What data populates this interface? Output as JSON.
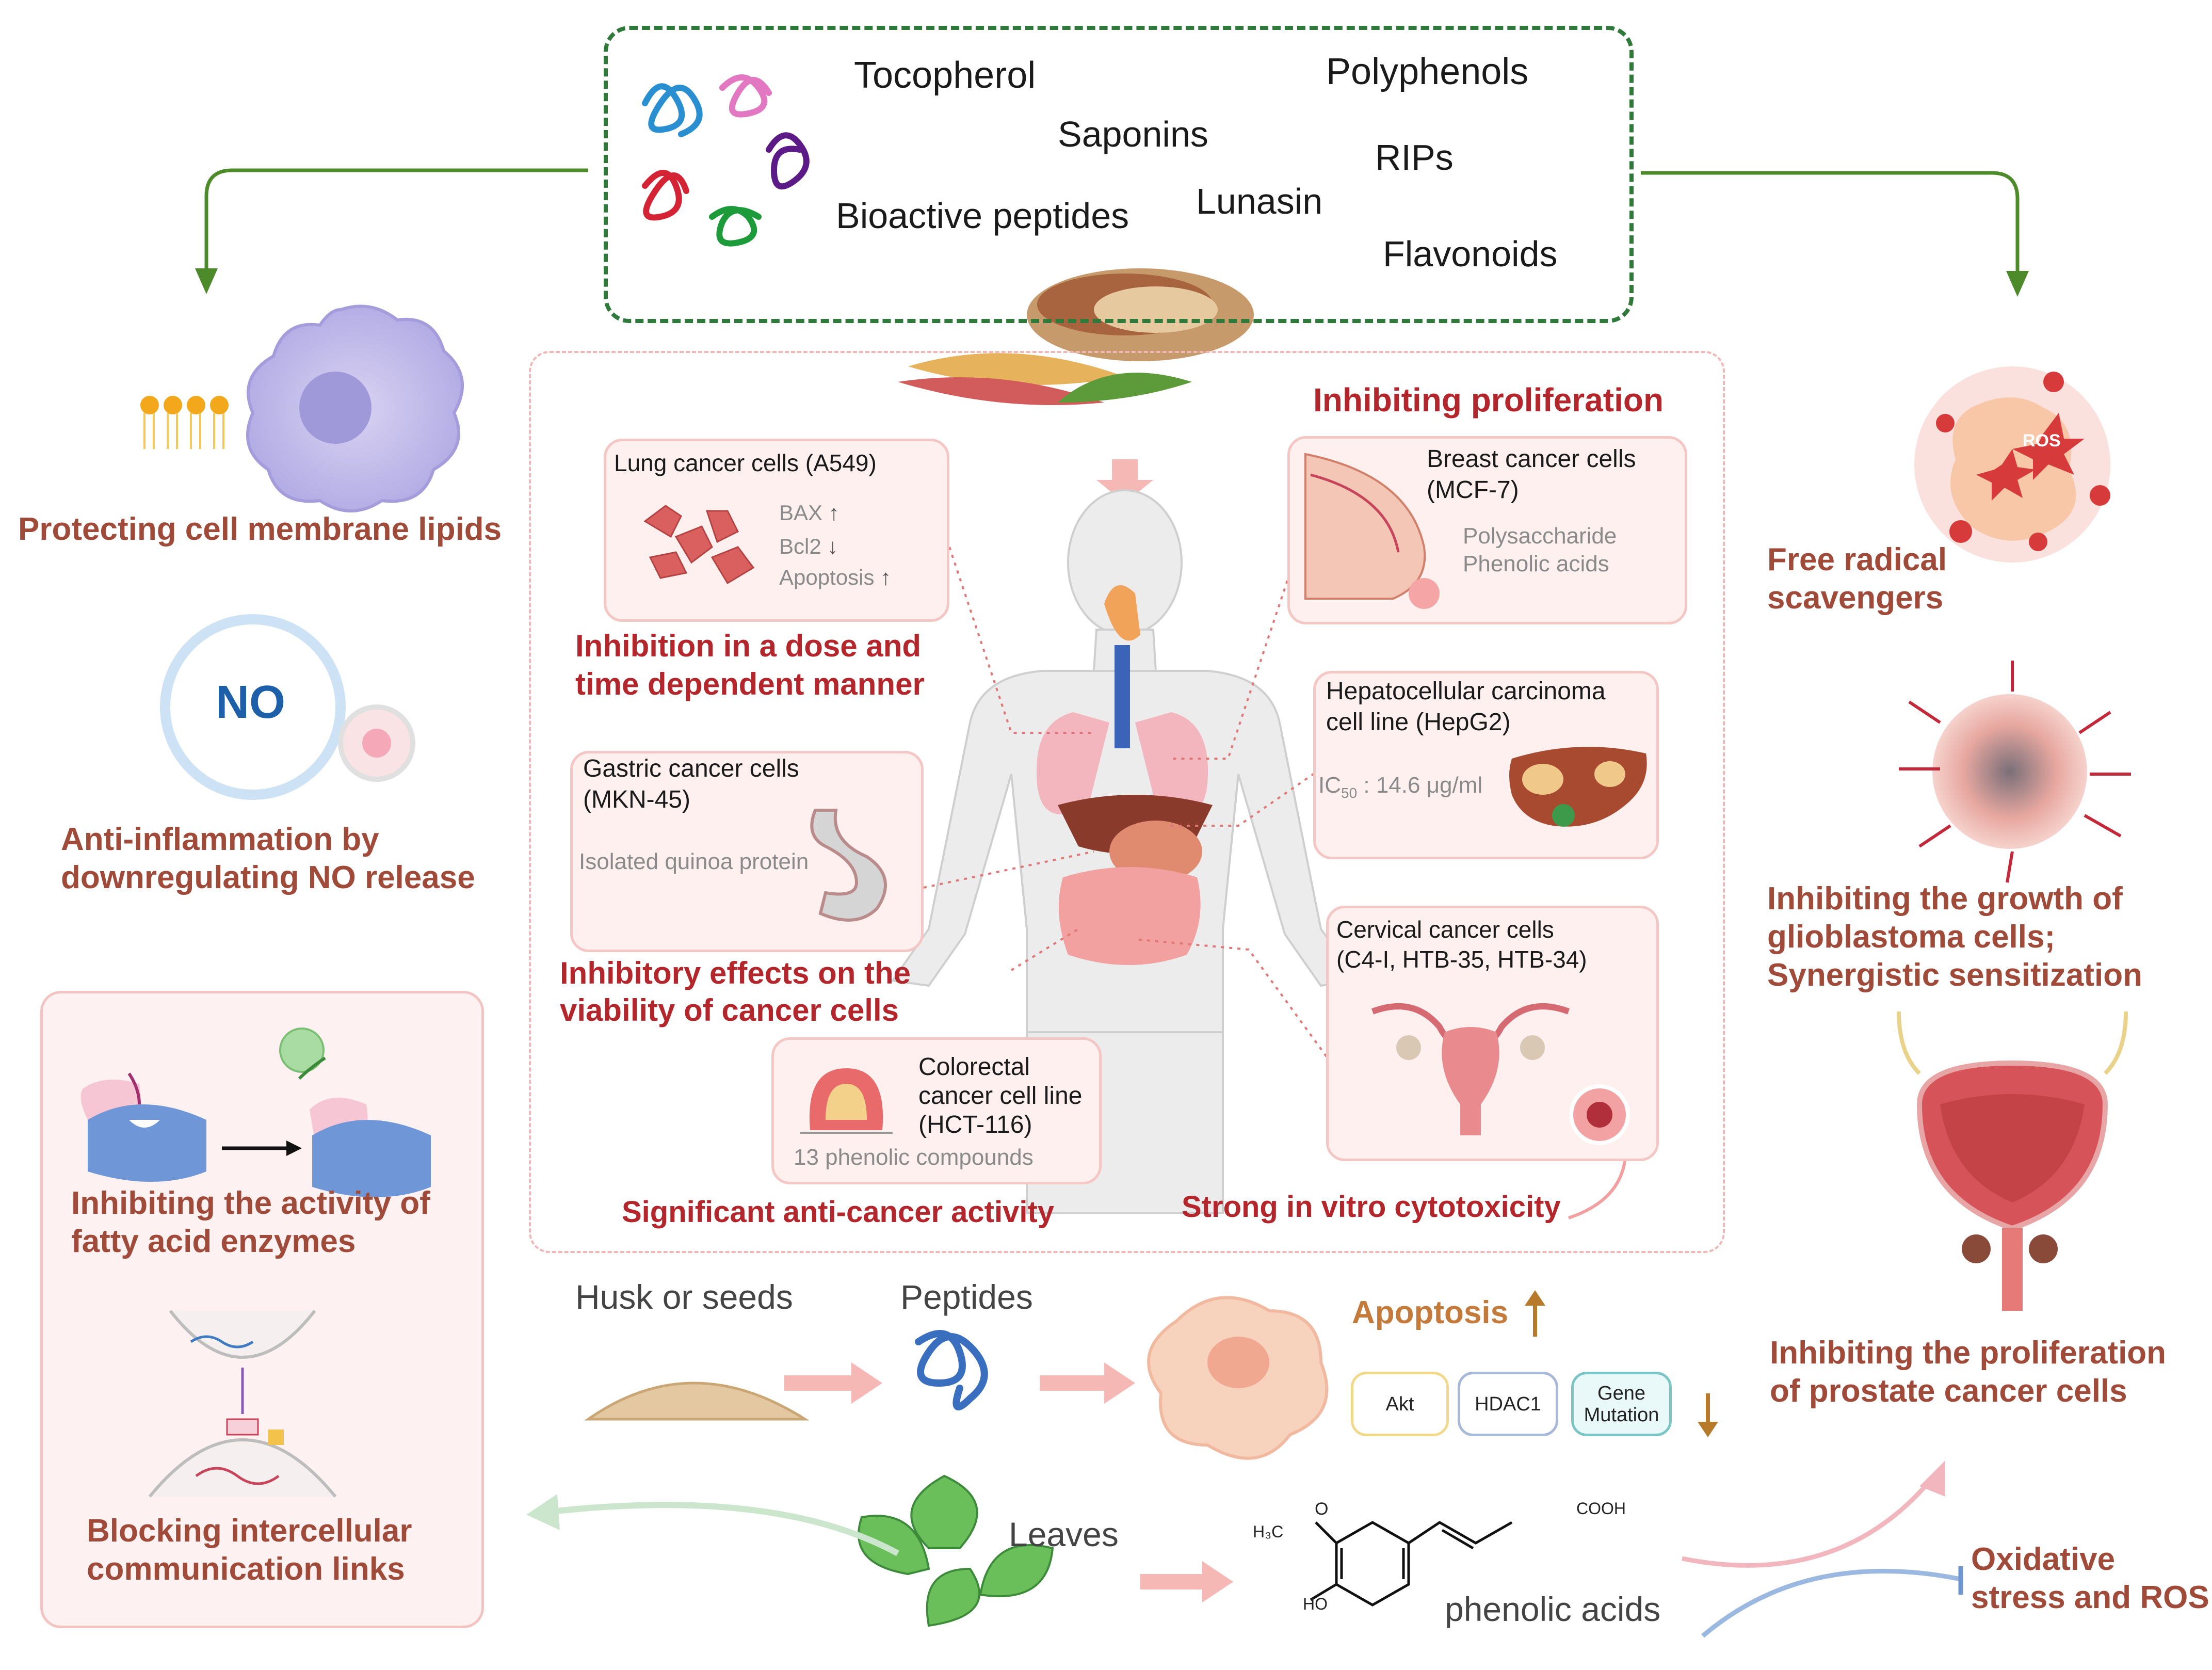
{
  "compounds": {
    "tocopherol": "Tocopherol",
    "polyphenols": "Polyphenols",
    "saponins": "Saponins",
    "rips": "RIPs",
    "bioactive_peptides": "Bioactive peptides",
    "lunasin": "Lunasin",
    "flavonoids": "Flavonoids"
  },
  "left": {
    "membrane": "Protecting cell membrane lipids",
    "no_label": "NO",
    "anti_inflammation_1": "Anti-inflammation by",
    "anti_inflammation_2": "downregulating NO release",
    "fatty_acid_1": "Inhibiting the activity of",
    "fatty_acid_2": "fatty acid enzymes",
    "blocking_1": "Blocking intercellular",
    "blocking_2": "communication links"
  },
  "right": {
    "free_radical_1": "Free radical",
    "free_radical_2": "scavengers",
    "ros": "ROS",
    "glioblastoma_1": "Inhibiting the growth of",
    "glioblastoma_2": "glioblastoma cells;",
    "glioblastoma_3": "Synergistic sensitization",
    "prostate_1": "Inhibiting the proliferation",
    "prostate_2": "of prostate cancer cells",
    "oxidative_1": "Oxidative",
    "oxidative_2": "stress and ROS"
  },
  "center": {
    "inhibiting_proliferation": "Inhibiting proliferation",
    "lung": {
      "title": "Lung cancer cells (A549)",
      "bax": "BAX",
      "bcl2": "Bcl2",
      "apoptosis": "Apoptosis",
      "caption_1": "Inhibition in a dose and",
      "caption_2": "time dependent manner"
    },
    "breast": {
      "title_1": "Breast cancer cells",
      "title_2": "(MCF-7)",
      "detail_1": "Polysaccharide",
      "detail_2": "Phenolic acids"
    },
    "gastric": {
      "title_1": "Gastric cancer cells",
      "title_2": "(MKN-45)",
      "detail": "Isolated quinoa protein",
      "caption_1": "Inhibitory effects on the",
      "caption_2": "viability of  cancer cells"
    },
    "liver": {
      "title_1": "Hepatocellular carcinoma",
      "title_2": "cell line (HepG2)",
      "ic50_prefix": "IC",
      "ic50_sub": "50",
      "ic50_value": " : 14.6 μg/ml"
    },
    "cervical": {
      "title_1": "Cervical cancer cells",
      "title_2": "(C4-I, HTB-35, HTB-34)",
      "caption": "Strong in vitro cytotoxicity"
    },
    "colorectal": {
      "title_1": "Colorectal",
      "title_2": "cancer cell line",
      "title_3": "(HCT-116)",
      "detail": "13 phenolic compounds",
      "caption": "Significant anti-cancer activity"
    }
  },
  "bottom": {
    "husk": "Husk or seeds",
    "peptides": "Peptides",
    "apoptosis": "Apoptosis",
    "akt": "Akt",
    "hdac1": "HDAC1",
    "gene_1": "Gene",
    "gene_2": "Mutation",
    "leaves": "Leaves",
    "phenolic": "phenolic acids",
    "chem_h3co": "H₃C",
    "chem_o": "O",
    "chem_cooh": "COOH",
    "chem_ho": "HO"
  },
  "colors": {
    "green": "#2f7a3b",
    "red_caption": "#b3262b",
    "brown_caption": "#a04a3a",
    "card_bg": "#fdf0ef",
    "card_border": "#f4c6c4"
  }
}
